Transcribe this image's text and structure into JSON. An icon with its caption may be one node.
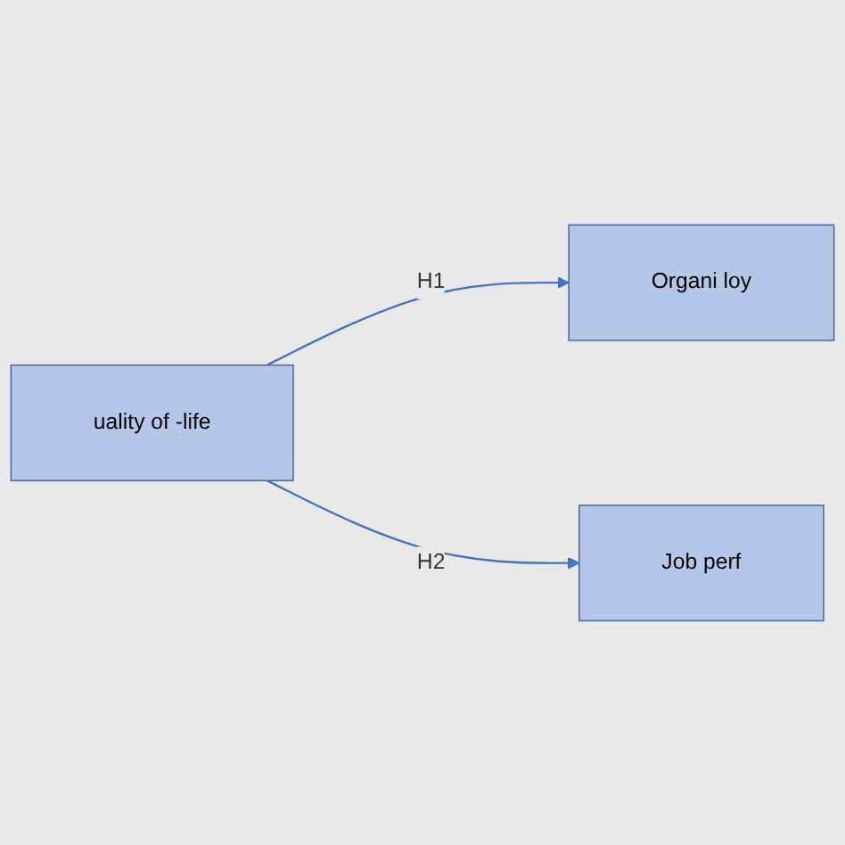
{
  "diagram": {
    "nodes": [
      {
        "text": [
          "uality of -life"
        ]
      },
      {
        "text": [
          "Organi loy"
        ]
      },
      {
        "text": [
          "Job perf"
        ]
      }
    ],
    "edges": [
      {
        "from": 0,
        "to": 1,
        "arrow": "to",
        "label": "H1"
      },
      {
        "from": 0,
        "to": 2,
        "arrow": "to",
        "label": "H2"
      }
    ]
  }
}
